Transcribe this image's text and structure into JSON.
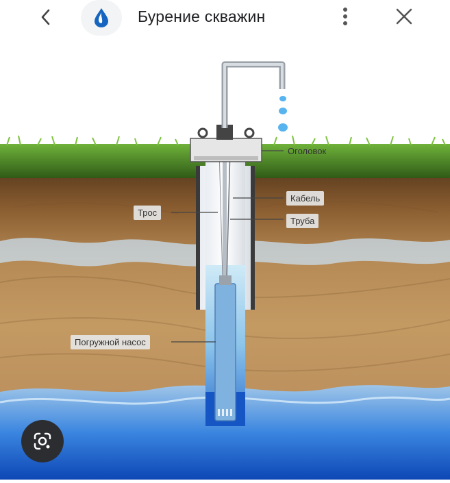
{
  "header": {
    "title": "Бурение скважин",
    "back_icon": "chevron-left-icon",
    "logo_icon": "water-drop-logo-icon",
    "menu_icon": "more-vert-icon",
    "close_icon": "close-icon"
  },
  "diagram": {
    "labels": {
      "head": "Оголовок",
      "cable": "Кабель",
      "rope": "Трос",
      "pipe": "Труба",
      "pump": "Погружной насос"
    }
  },
  "overlay": {
    "lens_icon": "google-lens-icon"
  },
  "colors": {
    "accent_blue": "#1565c0",
    "soil": "#b58a52",
    "grass": "#4e8a2a",
    "water": "#1e64c8"
  }
}
